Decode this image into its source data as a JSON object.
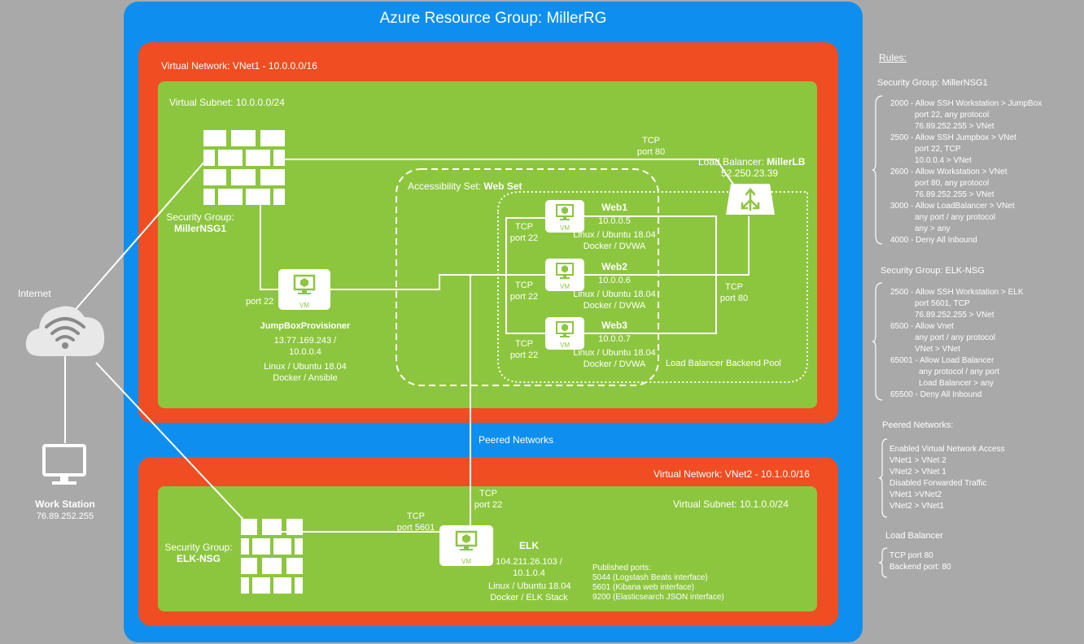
{
  "resource_group": {
    "title": "Azure Resource Group: MillerRG"
  },
  "vnet1": {
    "label": "Virtual Network:  VNet1 - 10.0.0.0/16",
    "subnet_label": "Virtual Subnet:  10.0.0.0/24",
    "nsg_label_1": "Security Group:",
    "nsg_label_2": "MillerNSG1",
    "load_balancer": {
      "label_prefix": "Load Balancer: ",
      "name": "MillerLB",
      "ip": "52.250.23.39"
    },
    "lb_tcp_label_1": "TCP",
    "lb_tcp_label_2": "port 80",
    "availability_set": {
      "label_prefix": "Accessibility Set: ",
      "name": "Web Set"
    },
    "backend_pool_label": "Load Balancer Backend Pool",
    "jumpbox": {
      "name": "JumpBoxProvisioner",
      "ip_line_1": "13.77.169.243 /",
      "ip_line_2": "10.0.0.4",
      "os": "Linux / Ubuntu 18.04",
      "apps": "Docker / Ansible",
      "port_label": "port 22"
    },
    "webs": [
      {
        "name": "Web1",
        "ip": "10.0.0.5",
        "os": "Linux / Ubuntu 18.04",
        "apps": "Docker / DVWA",
        "tcp": "TCP",
        "port": "port 22"
      },
      {
        "name": "Web2",
        "ip": "10.0.0.6",
        "os": "Linux / Ubuntu 18.04",
        "apps": "Docker / DVWA",
        "tcp": "TCP",
        "port": "port 22"
      },
      {
        "name": "Web3",
        "ip": "10.0.0.7",
        "os": "Linux / Ubuntu 18.04",
        "apps": "Docker / DVWA",
        "tcp": "TCP",
        "port": "port 22"
      }
    ],
    "pool_tcp_1": "TCP",
    "pool_tcp_2": "port 80"
  },
  "peered_label": "Peered Networks",
  "vnet2": {
    "label": "Virtual Network: VNet2 - 10.1.0.0/16",
    "subnet_label": "Virtual Subnet:  10.1.0.0/24",
    "nsg_label_1": "Security Group:",
    "nsg_label_2": "ELK-NSG",
    "elk": {
      "name": "ELK",
      "ip_line_1": "104.211.26.103 /",
      "ip_line_2": "10.1.0.4",
      "os": "Linux / Ubuntu 18.04",
      "apps": "Docker / ELK Stack"
    },
    "tcp22_1": "TCP",
    "tcp22_2": "port 22",
    "tcp5601_1": "TCP",
    "tcp5601_2": "port 5601",
    "published_ports": {
      "title": "Published ports:",
      "ports": [
        "5044 (Logstash Beats interface)",
        "5601 (Kibana web interface)",
        "9200 (Elasticsearch JSON interface)"
      ]
    }
  },
  "internet_label": "Internet",
  "workstation": {
    "name": "Work Station",
    "ip": "76.89.252.255"
  },
  "vm_badge": "VM",
  "rules": {
    "title": "Rules:",
    "nsg1": {
      "title": "Security Group: MillerNSG1",
      "lines": [
        "2000 - Allow SSH Workstation > JumpBox",
        "port 22, any protocol",
        "76.89.252.255 > VNet",
        "2500 - Allow SSH Jumpbox > VNet",
        "port 22, TCP",
        "10.0.0.4 > VNet",
        "2600 - Allow Workstation > VNet",
        "port 80, any protocol",
        "76.89.252.255 > VNet",
        "3000 - Allow LoadBalancer > VNet",
        "any port / any protocol",
        "any > any",
        "4000 - Deny All Inbound"
      ]
    },
    "elk_nsg": {
      "title": "Security Group: ELK-NSG",
      "lines": [
        "2500 - Allow SSH Workstation > ELK",
        "port 5601, TCP",
        "76.89.252.255 > VNet",
        "6500 - Allow Vnet",
        "any port / any protocol",
        "VNet > VNet",
        "65001 - Allow Load Balancer",
        "any protocol / any port",
        "Load Balancer > any",
        "65500 - Deny All Inbound"
      ]
    },
    "peered": {
      "title": "Peered Networks:",
      "lines": [
        "Enabled Virtual Network Access",
        "VNet1 > VNet 2",
        "VNet2 > VNet 1",
        "Disabled Forwarded Traffic",
        "VNet1 >VNet2",
        "VNet2 > VNet1"
      ]
    },
    "lb": {
      "title": "Load Balancer",
      "lines": [
        "TCP port 80",
        "Backend port: 80"
      ]
    }
  }
}
